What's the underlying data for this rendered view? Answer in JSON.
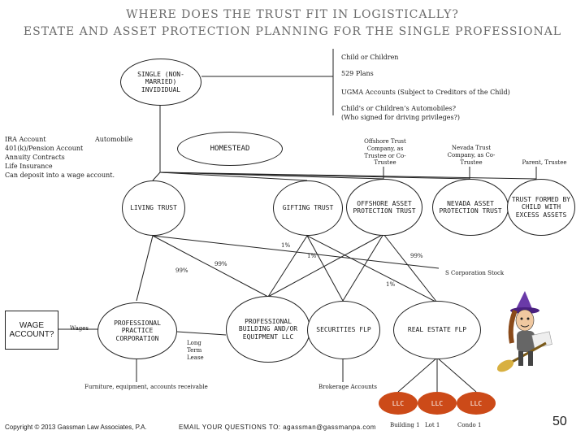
{
  "title": {
    "line1": "WHERE DOES THE TRUST FIT IN LOGISTICALLY?",
    "line2": "ESTATE AND ASSET PROTECTION PLANNING FOR THE SINGLE PROFESSIONAL"
  },
  "top_right_notes": {
    "child": "Child or Children",
    "plans529": "529 Plans",
    "ugma": "UGMA Accounts (Subject to Creditors of the Child)",
    "autos_q1": "Child’s or Children’s Automobiles?",
    "autos_q2": "(Who signed for driving privileges?)"
  },
  "left_assets": {
    "line1": "IRA Account",
    "automobile": "Automobile",
    "line2": "401(k)/Pension Account",
    "line3": "Annuity Contracts",
    "line4": "Life Insurance",
    "line5": "Can deposit into a wage account."
  },
  "nodes": {
    "single": "SINGLE (NON-MARRIED) INVIDIDUAL",
    "homestead": "HOMESTEAD",
    "living_trust": "LIVING TRUST",
    "gifting_trust": "GIFTING TRUST",
    "offshore_trust": "OFFSHORE ASSET PROTECTION TRUST",
    "nevada_trust": "NEVADA ASSET PROTECTION TRUST",
    "excess_trust": "TRUST FORMED BY CHILD WITH EXCESS ASSETS",
    "ppc": "PROFESSIONAL PRACTICE CORPORATION",
    "building_llc": "PROFESSIONAL BUILDING AND/OR EQUIPMENT LLC",
    "securities_flp": "SECURITIES FLP",
    "realestate_flp": "REAL ESTATE FLP",
    "wage_account": "WAGE ACCOUNT?"
  },
  "trustee_notes": {
    "offshore": "Offshore Trust Company, as Trustee or Co-Trustee",
    "nevada": "Nevada Trust Company, as Co-Trustee",
    "parent": "Parent, Trustee"
  },
  "percentages": {
    "p1a": "1%",
    "p1b": "1%",
    "p99a": "99%",
    "p99b": "99%",
    "p99c": "99%",
    "p1c": "1%"
  },
  "other_labels": {
    "s_corp": "S Corporation Stock",
    "wages": "Wages",
    "long_term_lease": "Long Term Lease",
    "furniture": "Furniture, equipment, accounts receivable",
    "brokerage": "Brokerage Accounts"
  },
  "llcs": [
    "LLC",
    "LLC",
    "LLC"
  ],
  "llc_labels": [
    "Building 1",
    "Lot 1",
    "Condo 1"
  ],
  "footer": {
    "copyright": "Copyright © 2013 Gassman Law Associates, P.A.",
    "email": "EMAIL YOUR QUESTIONS TO: agassman@gassmanpa.com",
    "page_number": "50"
  }
}
